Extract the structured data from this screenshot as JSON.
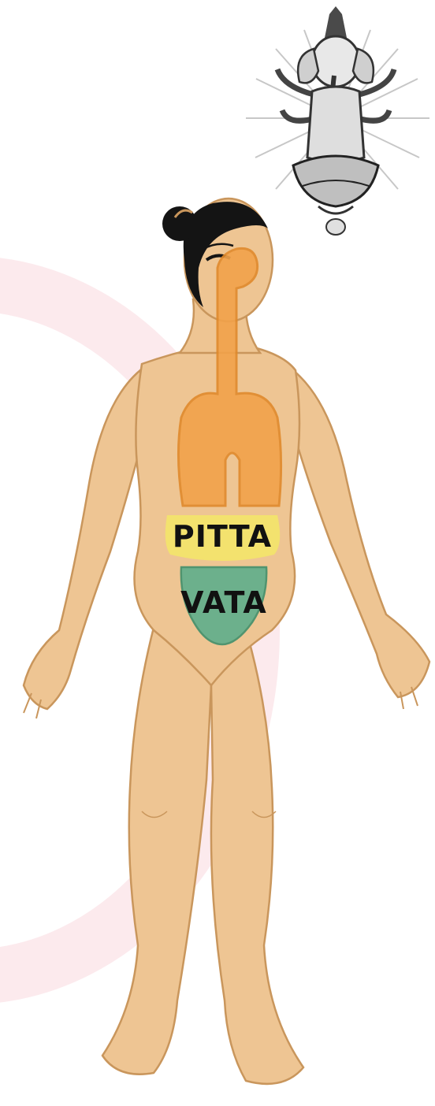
{
  "diagram": {
    "zones": [
      {
        "id": "kapha-zone",
        "label": "",
        "color": "#f2a24a"
      },
      {
        "id": "pitta-zone",
        "label": "PITTA",
        "color": "#f3e46a"
      },
      {
        "id": "vata-zone",
        "label": "VATA",
        "color": "#5fae8c"
      }
    ],
    "colors": {
      "skin": "#eec593",
      "skin_outline": "#c9965c",
      "hair": "#141414",
      "background_arc": "#fbe5e8",
      "deity_gray": "#555555"
    },
    "icons": [
      "ganesha-icon",
      "female-body-figure"
    ]
  }
}
